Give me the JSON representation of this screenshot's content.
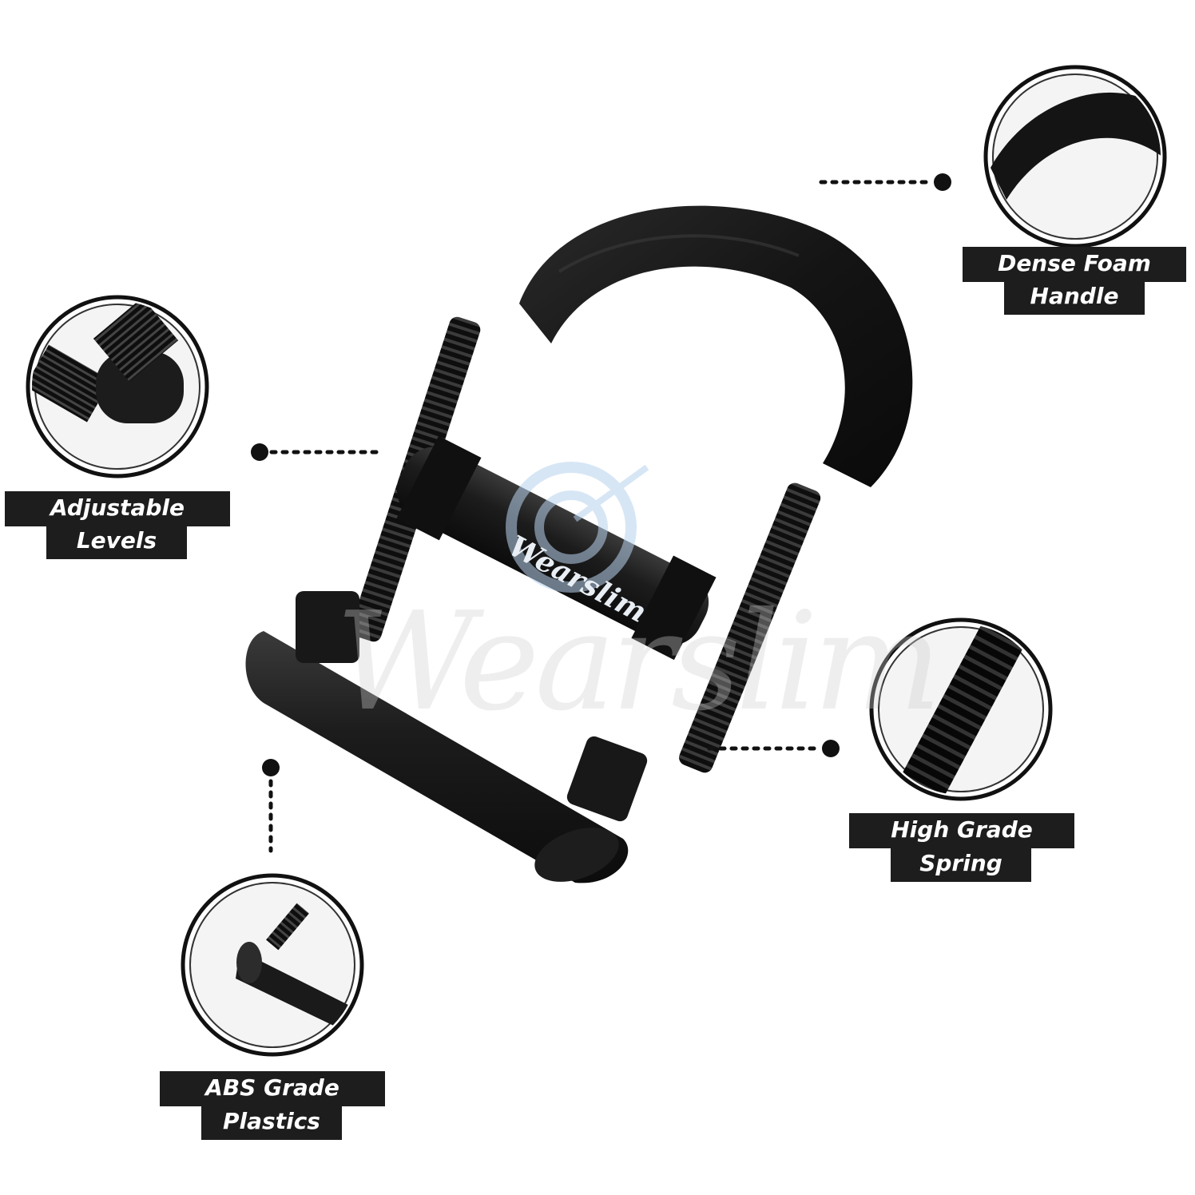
{
  "brand": {
    "name": "Wearslim",
    "logo_color": "#b8d2ee"
  },
  "features": [
    {
      "id": "dense-foam-handle",
      "lines": [
        "Dense Foam",
        "Handle"
      ]
    },
    {
      "id": "adjustable-levels",
      "lines": [
        "Adjustable",
        "Levels"
      ]
    },
    {
      "id": "high-grade-spring",
      "lines": [
        "High Grade",
        "Spring"
      ]
    },
    {
      "id": "abs-grade-plastics",
      "lines": [
        "ABS Grade",
        "Plastics"
      ]
    }
  ],
  "colors": {
    "label_bg": "#1d1d1d",
    "label_text": "#ffffff",
    "product": "#151515"
  }
}
